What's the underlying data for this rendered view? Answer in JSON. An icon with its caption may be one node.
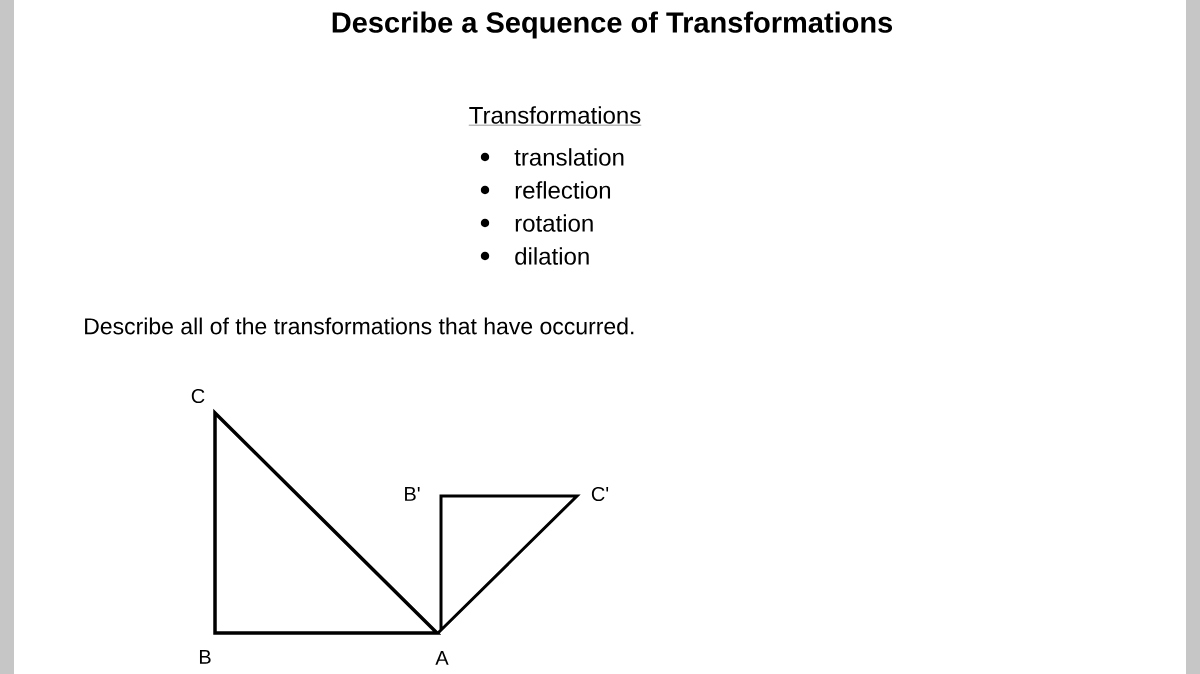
{
  "diagram": {
    "title": "Describe a Sequence of Transformations",
    "labels": [
      "Transformations",
      "translation",
      "reflection",
      "rotation",
      "dilation",
      "Describe all of the transformations that have occurred.",
      "C",
      "B'",
      "C'",
      "B",
      "A"
    ]
  }
}
